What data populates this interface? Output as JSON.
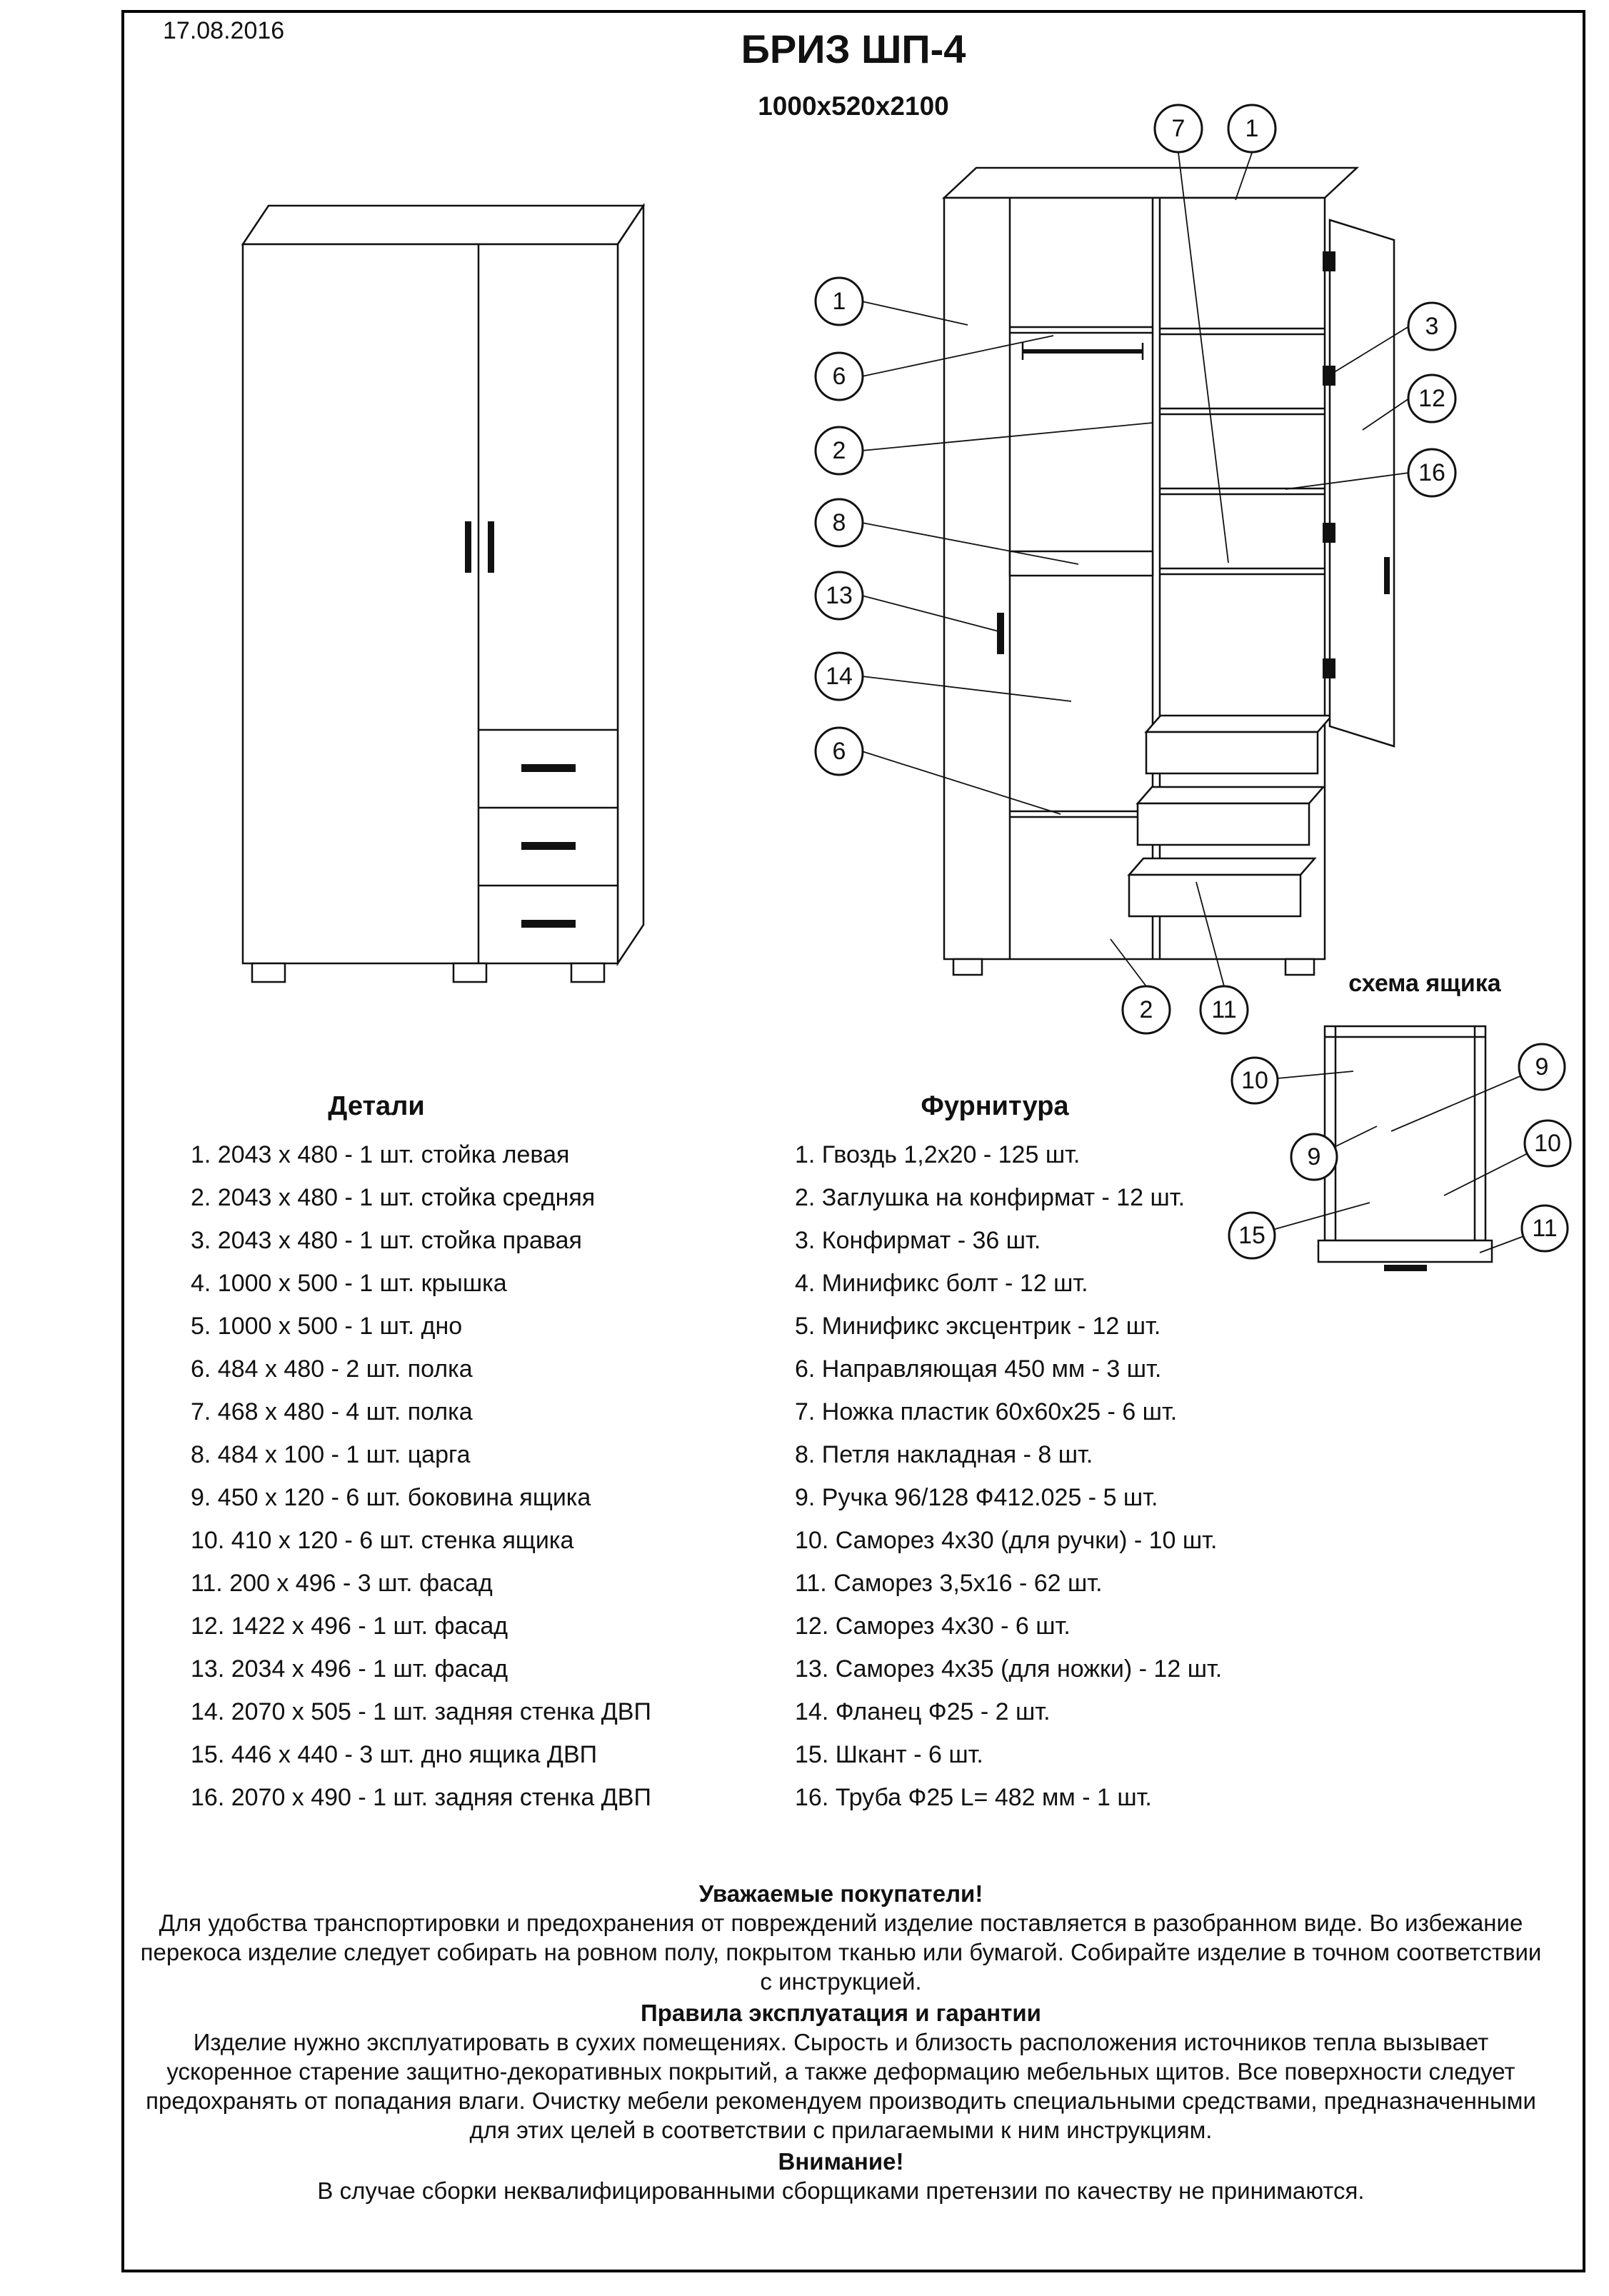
{
  "page": {
    "date": "17.08.2016",
    "title": "БРИЗ ШП-4",
    "size": "1000х520х2100"
  },
  "diagram": {
    "drawer_scheme_label": "схема ящика",
    "callouts": {
      "top": [
        "7",
        "1"
      ],
      "left": [
        "1",
        "6",
        "2",
        "8",
        "13",
        "14",
        "6"
      ],
      "right": [
        "3",
        "12",
        "16"
      ],
      "bottom": [
        "2",
        "11"
      ],
      "drawer": [
        "10",
        "9",
        "9",
        "10",
        "15",
        "11"
      ]
    }
  },
  "parts": {
    "title": "Детали",
    "items": [
      "1. 2043 х 480 - 1 шт. стойка левая",
      "2. 2043 х 480 - 1 шт. стойка средняя",
      "3. 2043 х 480 - 1 шт. стойка правая",
      "4. 1000 х 500 - 1 шт. крышка",
      "5. 1000 х 500 - 1 шт. дно",
      "6. 484 х 480 - 2 шт. полка",
      "7. 468 х 480 - 4 шт. полка",
      "8. 484 х 100 - 1 шт. царга",
      "9. 450 х 120 - 6 шт. боковина ящика",
      "10. 410 х 120 - 6 шт. стенка ящика",
      "11. 200 х 496 - 3 шт. фасад",
      "12. 1422 х 496 - 1 шт. фасад",
      "13. 2034 х 496 - 1 шт. фасад",
      "14. 2070 х 505 - 1 шт. задняя стенка ДВП",
      "15. 446 х 440 - 3 шт. дно ящика ДВП",
      "16. 2070 х 490 - 1 шт. задняя стенка ДВП"
    ]
  },
  "hardware": {
    "title": "Фурнитура",
    "items": [
      "1. Гвоздь 1,2х20 - 125 шт.",
      "2. Заглушка на конфирмат - 12 шт.",
      "3. Конфирмат - 36 шт.",
      "4. Минификс болт - 12 шт.",
      "5. Минификс эксцентрик - 12 шт.",
      "6. Направляющая 450 мм - 3 шт.",
      "7. Ножка пластик 60х60х25 - 6 шт.",
      "8. Петля накладная - 8 шт.",
      "9. Ручка 96/128 Ф412.025 - 5 шт.",
      "10. Саморез 4х30 (для ручки) - 10 шт.",
      "11. Саморез 3,5х16 - 62 шт.",
      "12. Саморез 4х30 - 6 шт.",
      "13. Саморез 4х35 (для ножки) - 12 шт.",
      "14. Фланец Ф25 - 2 шт.",
      "15. Шкант - 6 шт.",
      "16. Труба Ф25 L= 482 мм - 1 шт."
    ]
  },
  "footer": {
    "greeting_title": "Уважаемые покупатели!",
    "greeting_text": "Для удобства транспортировки и предохранения от повреждений изделие поставляется в разобранном виде. Во избежание перекоса изделие следует собирать на ровном полу, покрытом тканью или бумагой. Собирайте изделие в точном соответствии с инструкцией.",
    "rules_title": "Правила эксплуатация и гарантии",
    "rules_text": "Изделие нужно эксплуатировать в сухих помещениях. Сырость и близость расположения источников тепла вызывает ускоренное старение защитно-декоративных покрытий, а также деформацию мебельных щитов. Все поверхности следует предохранять от попадания влаги. Очистку мебели рекомендуем производить специальными средствами, предназначенными для этих целей в соответствии с прилагаемыми к ним инструкциям.",
    "attention_title": "Внимание!",
    "attention_text": "В случае сборки неквалифицированными сборщиками претензии по качеству не принимаются."
  }
}
